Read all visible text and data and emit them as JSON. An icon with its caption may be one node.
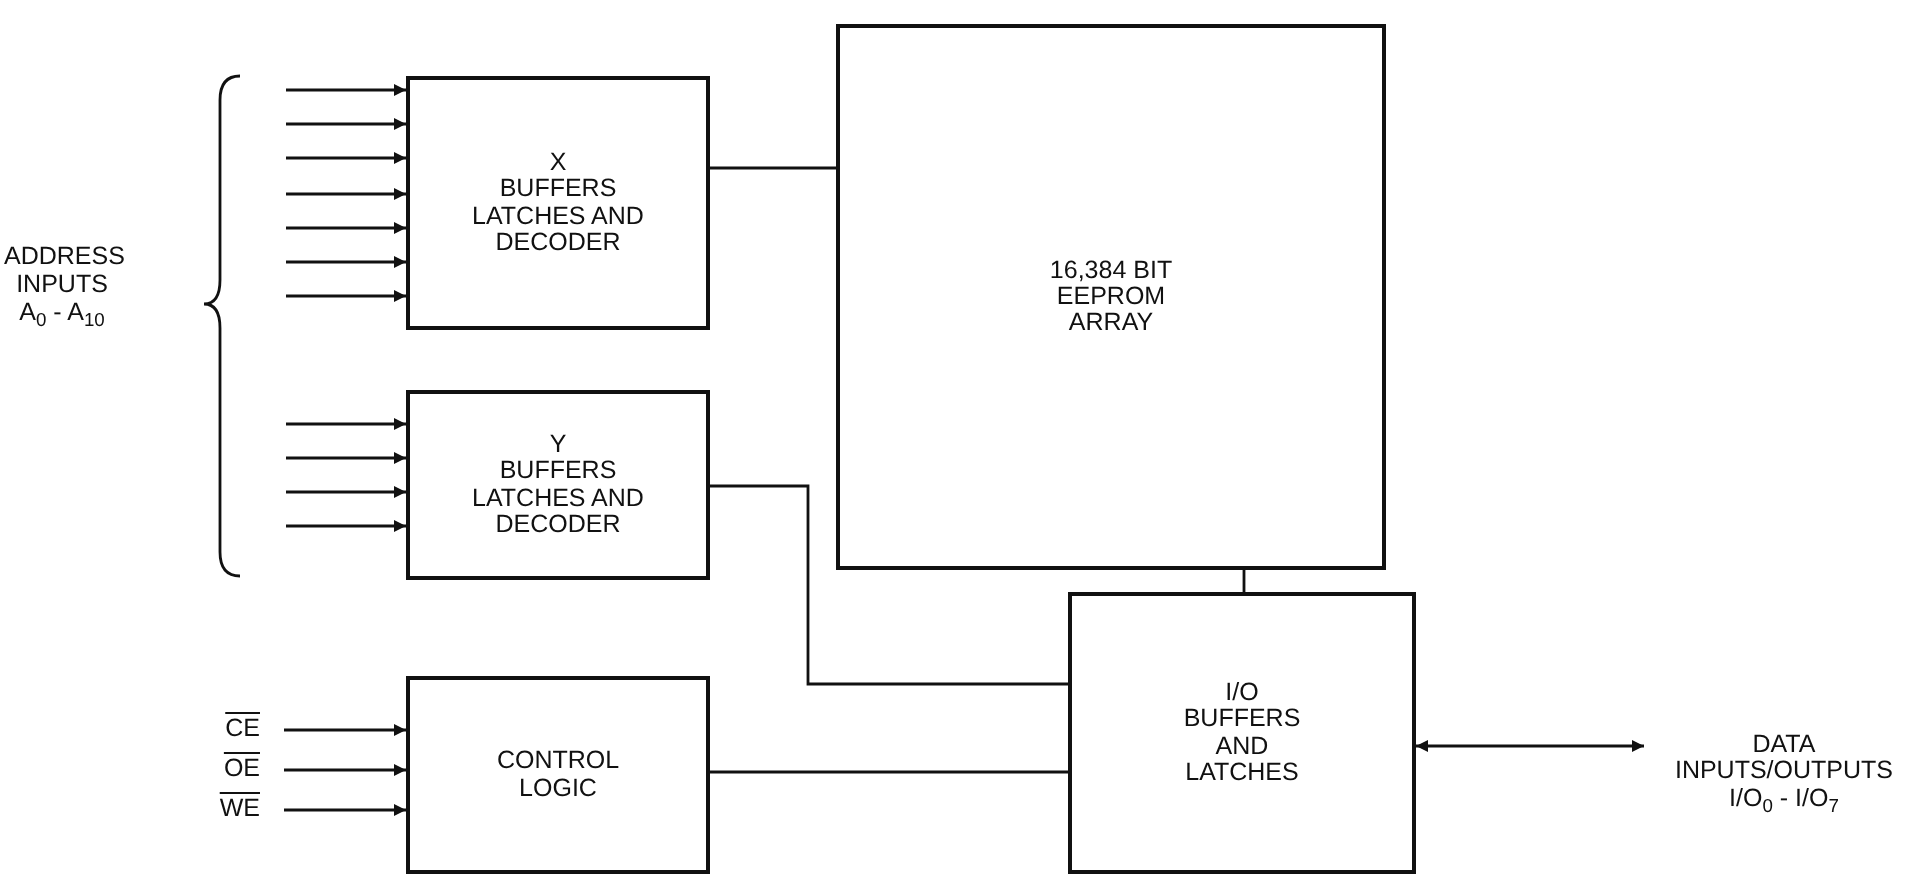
{
  "diagram": {
    "nodes": [
      {
        "text": [
          "X",
          "BUFFERS LATCHES AND DECODER"
        ]
      },
      {
        "text": [
          "16,384 BIT EEPROM ARRAY"
        ]
      },
      {
        "text": [
          "Y",
          "BUFFERS LATCHES AND DECODER"
        ]
      },
      {
        "text": [
          "CE"
        ]
      },
      {
        "text": [
          "OE"
        ]
      },
      {
        "text": [
          "WE"
        ]
      },
      {
        "text": [
          "CONTROL LOGIC"
        ]
      },
      {
        "text": [
          "I/O BUFFERS AND LATCHES"
        ]
      },
      {
        "text": [
          "DATA INPUTS/OUTPUTS I/O$_{0}$ - I/O$_{7}$"
        ]
      }
    ],
    "edges": [
      {
        "from": null,
        "to": 0,
        "arrow": "to"
      },
      {
        "from": null,
        "to": 0,
        "arrow": "to"
      },
      {
        "from": null,
        "to": 0,
        "arrow": "to"
      },
      {
        "from": null,
        "to": 0,
        "arrow": "to"
      },
      {
        "from": null,
        "to": 0,
        "arrow": "to"
      },
      {
        "from": null,
        "to": 0,
        "arrow": "to"
      },
      {
        "from": null,
        "to": 0,
        "arrow": "to"
      },
      {
        "from": null,
        "to": 2,
        "arrow": "to"
      },
      {
        "from": null,
        "to": 2,
        "arrow": "to"
      },
      {
        "from": null,
        "to": 2,
        "arrow": "to"
      },
      {
        "from": null,
        "to": 2,
        "arrow": "to"
      },
      {
        "from": 0,
        "to": 1,
        "arrow": "none"
      },
      {
        "from": 2,
        "to": 7,
        "arrow": "none"
      },
      {
        "from": 1,
        "to": 7,
        "arrow": "none"
      },
      {
        "from": 3,
        "to": 6,
        "arrow": "to"
      },
      {
        "from": 4,
        "to": 6,
        "arrow": "to"
      },
      {
        "from": 5,
        "to": 6,
        "arrow": "to"
      },
      {
        "from": 6,
        "to": 7,
        "arrow": "none"
      },
      {
        "from": 7,
        "to": 8,
        "arrow": "both"
      }
    ],
    "labels": [
      "ADDRESS INPUTS A$_{0}$ - A$_{10}$"
    ]
  }
}
